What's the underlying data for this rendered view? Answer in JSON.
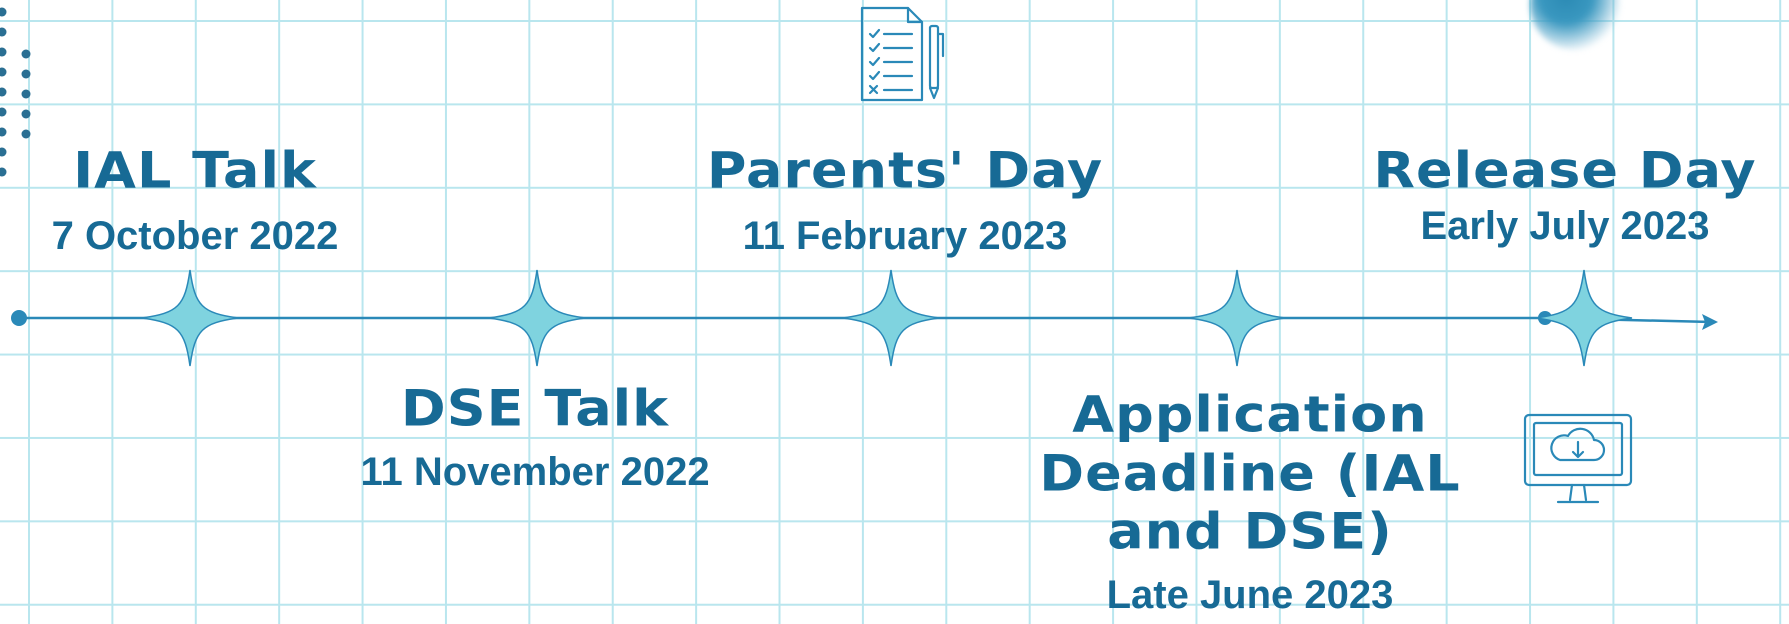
{
  "events": [
    {
      "id": "ial",
      "title": "IAL Talk",
      "date": "7 October 2022"
    },
    {
      "id": "dse",
      "title": "DSE Talk",
      "date": "11 November 2022"
    },
    {
      "id": "parents",
      "title": "Parents' Day",
      "date": "11 February 2023"
    },
    {
      "id": "application",
      "title": "Application Deadline (IAL and DSE)",
      "date": "Late June 2023"
    },
    {
      "id": "release",
      "title": "Release Day",
      "date": "Early July 2023"
    }
  ],
  "colors": {
    "text": "#176a95",
    "line": "#2a89b8",
    "star_fill": "#7fd3df",
    "star_stroke": "#2a89b8",
    "grid": "#b9e6ee"
  },
  "icons": [
    "checklist-icon",
    "computer-cloud-download-icon",
    "dots-decoration",
    "corner-blob-decoration"
  ]
}
